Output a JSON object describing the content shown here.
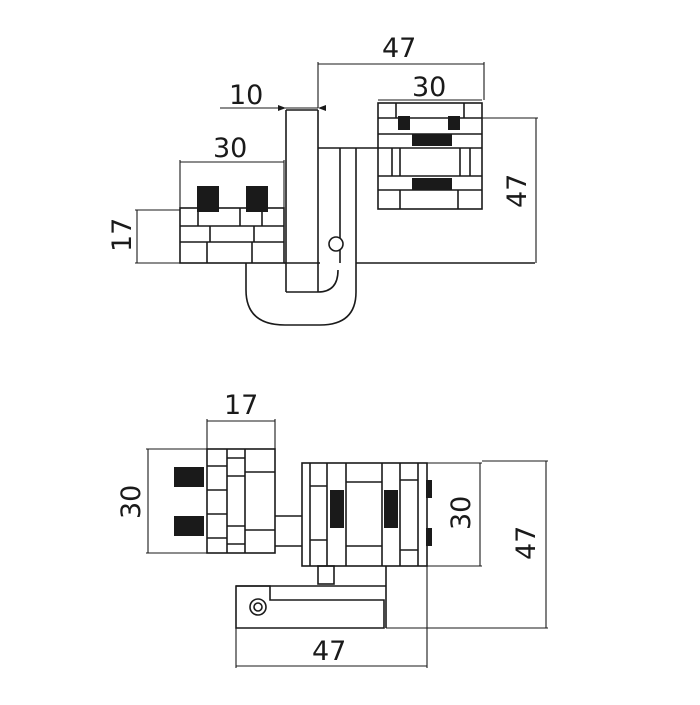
{
  "drawing": {
    "top_view": {
      "dims": {
        "overall_width": "47",
        "gap": "10",
        "right_block_width": "30",
        "right_block_height": "47",
        "left_block_width": "30",
        "left_block_height": "17"
      }
    },
    "bottom_view": {
      "dims": {
        "left_block_width": "17",
        "left_block_height": "30",
        "right_block_height": "30",
        "overall_height": "47",
        "bottom_width": "47"
      }
    }
  }
}
